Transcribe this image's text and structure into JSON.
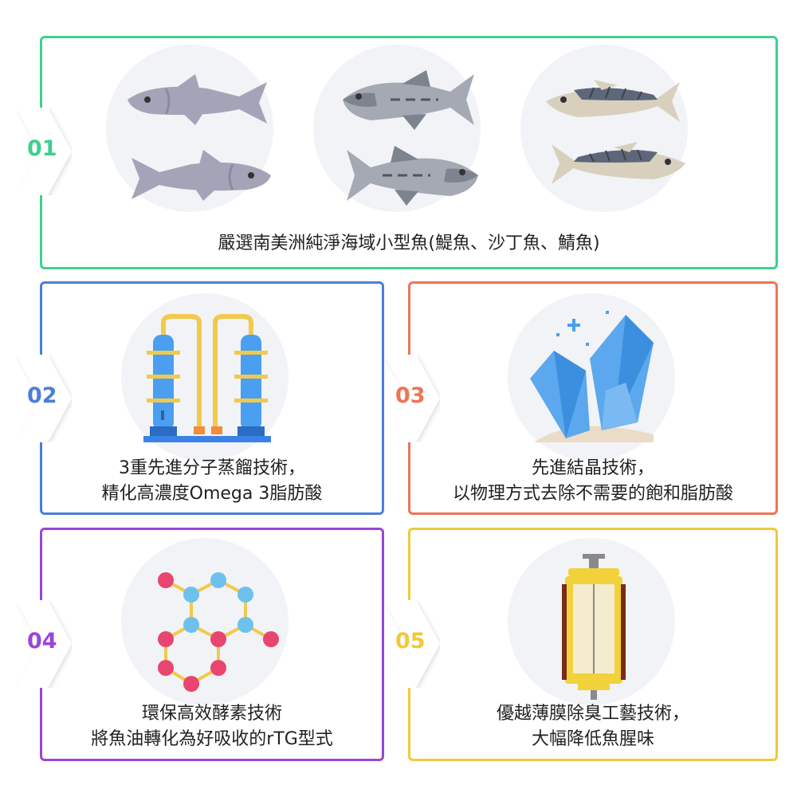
{
  "steps": [
    {
      "num": "01",
      "color": "#3ecf8e",
      "lines": [
        "嚴選南美洲純淨海域小型魚(鯷魚、沙丁魚、鯖魚)"
      ],
      "icon": "fish-icon"
    },
    {
      "num": "02",
      "color": "#4a7fd6",
      "lines": [
        "3重先進分子蒸餾技術，",
        "精化高濃度Omega 3脂肪酸"
      ],
      "icon": "distillation-column-icon"
    },
    {
      "num": "03",
      "color": "#ee7455",
      "lines": [
        "先進結晶技術，",
        "以物理方式去除不需要的飽和脂肪酸"
      ],
      "icon": "crystal-icon"
    },
    {
      "num": "04",
      "color": "#9a45d6",
      "lines": [
        "環保高效酵素技術",
        "將魚油轉化為好吸收的rTG型式"
      ],
      "icon": "molecule-icon"
    },
    {
      "num": "05",
      "color": "#efc93a",
      "lines": [
        "優越薄膜除臭工藝技術，",
        "大幅降低魚腥味"
      ],
      "icon": "membrane-filter-icon"
    }
  ]
}
